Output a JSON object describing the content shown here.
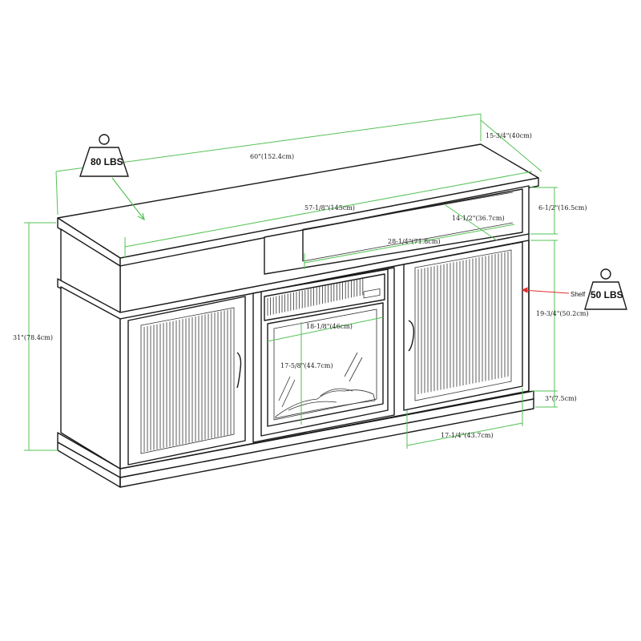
{
  "weights": {
    "top_load": "80 LBS",
    "shelf_load": "50 LBS",
    "shelf_label": "Shelf"
  },
  "dimensions": {
    "overall_width": "60\"(152.4cm)",
    "depth": "15-3/4\"(40cm)",
    "inner_width": "57-1/8\"(145cm)",
    "shelf_opening_height": "6-1/2\"(16.5cm)",
    "shelf_depth": "14-1/2\"(36.7cm)",
    "center_shelf_width": "28-1/4\"(71.8cm)",
    "overall_height": "31\"(78.4cm)",
    "cabinet_height": "19-3/4\"(50.2cm)",
    "firebox_width": "18-1/8\"(46cm)",
    "firebox_height": "17-5/8\"(44.7cm)",
    "base_height": "3\"(7.5cm)",
    "door_width": "17-1/4\"(43.7cm)"
  },
  "colors": {
    "dimension_line": "#55c255",
    "outline": "#1a1a1a",
    "shelf_arrow": "#e03030"
  }
}
